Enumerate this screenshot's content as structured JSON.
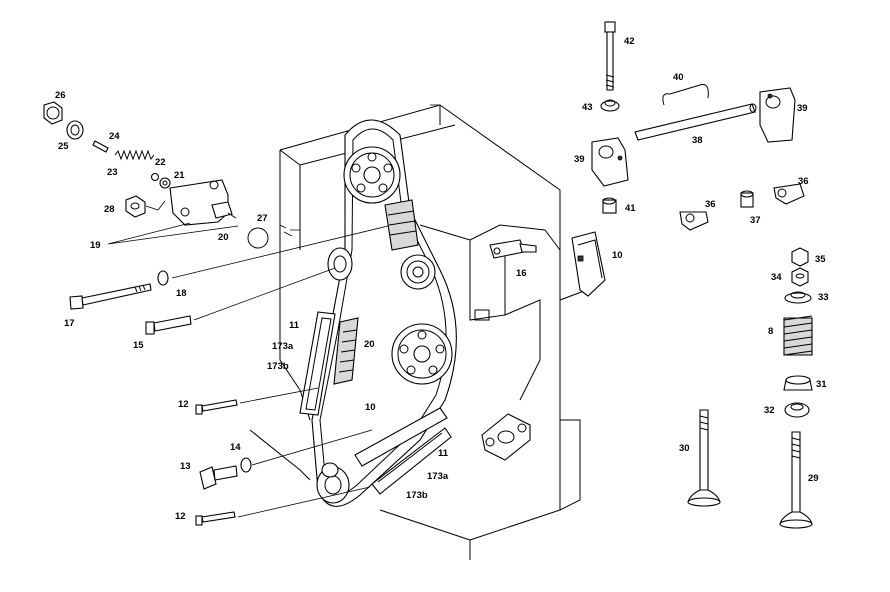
{
  "diagram": {
    "callouts": {
      "c26": "26",
      "c25": "25",
      "c24": "24",
      "c23": "23",
      "c22": "22",
      "c21": "21",
      "c28": "28",
      "c27": "27",
      "c20a": "20",
      "c19": "19",
      "c18": "18",
      "c17": "17",
      "c15": "15",
      "c11a": "11",
      "c173a1": "173a",
      "c173b1": "173b",
      "c20b": "20",
      "c12a": "12",
      "c10a": "10",
      "c14": "14",
      "c13": "13",
      "c11b": "11",
      "c173a2": "173a",
      "c173b2": "173b",
      "c12b": "12",
      "c16": "16",
      "c10b": "10",
      "c42": "42",
      "c40": "40",
      "c43": "43",
      "c39a": "39",
      "c38": "38",
      "c39b": "39",
      "c41": "41",
      "c36a": "36",
      "c37": "37",
      "c36b": "36",
      "c35": "35",
      "c34": "34",
      "c33": "33",
      "c8": "8",
      "c31": "31",
      "c32": "32",
      "c30": "30",
      "c29": "29"
    }
  }
}
